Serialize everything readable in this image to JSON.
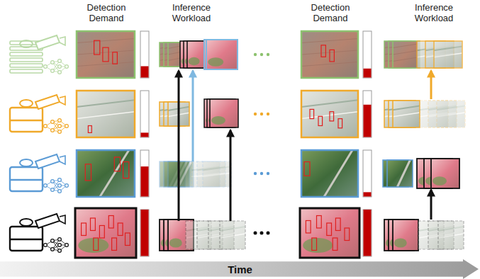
{
  "diagram": {
    "nodes": [
      {
        "text": [
          "Time"
        ]
      }
    ],
    "labels": [
      "Detection Demand",
      "Inference Workload",
      "Detection Demand",
      "Inference Workload"
    ]
  }
}
